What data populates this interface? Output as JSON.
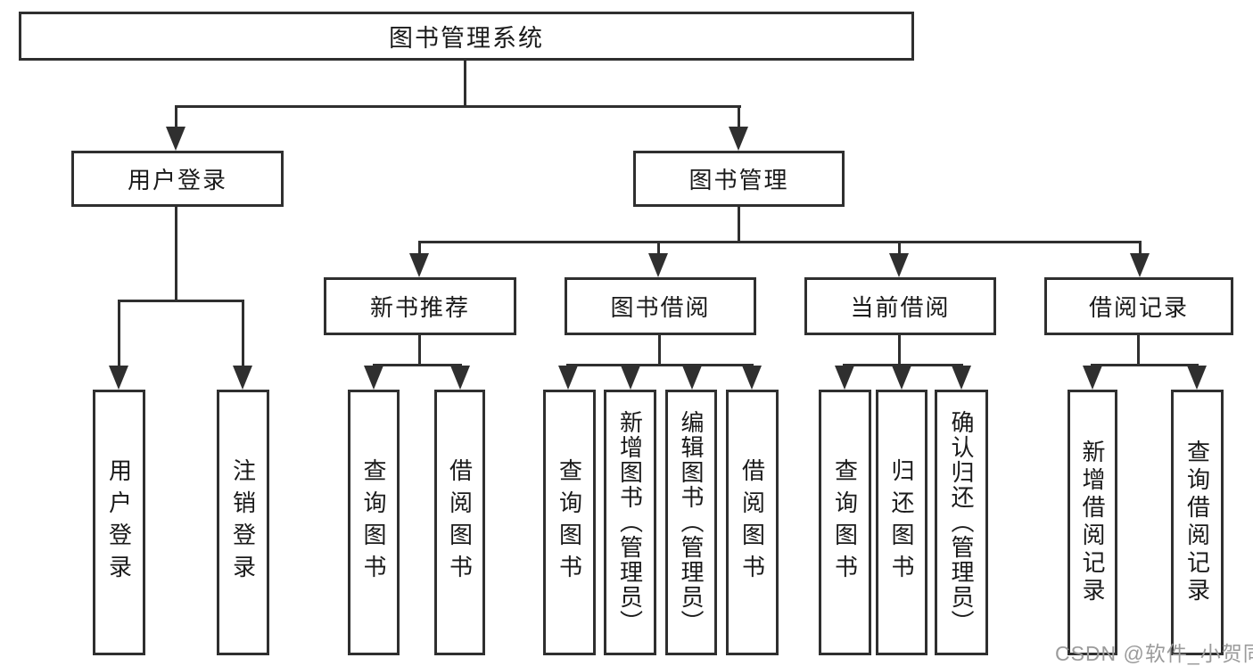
{
  "nodes": {
    "root": {
      "label": "图书管理系统"
    },
    "level2": {
      "user_login": {
        "label": "用户登录"
      },
      "book_management": {
        "label": "图书管理"
      }
    },
    "level3": {
      "new_book_recommend": {
        "label": "新书推荐"
      },
      "book_borrowing": {
        "label": "图书借阅"
      },
      "current_borrowing": {
        "label": "当前借阅"
      },
      "borrowing_records": {
        "label": "借阅记录"
      }
    },
    "leaves": {
      "under_user_login": [
        {
          "label": "用户登录"
        },
        {
          "label": "注销登录"
        }
      ],
      "under_new_book_recommend": [
        {
          "label": "查询图书"
        },
        {
          "label": "借阅图书"
        }
      ],
      "under_book_borrowing": [
        {
          "label": "查询图书"
        },
        {
          "label": "新增图书（管理员）"
        },
        {
          "label": "编辑图书（管理员）"
        },
        {
          "label": "借阅图书"
        }
      ],
      "under_current_borrowing": [
        {
          "label": "查询图书"
        },
        {
          "label": "归还图书"
        },
        {
          "label": "确认归还（管理员）"
        }
      ],
      "under_borrowing_records": [
        {
          "label": "新增借阅记录"
        },
        {
          "label": "查询借阅记录"
        }
      ]
    }
  },
  "watermark": {
    "text": "CSDN @软件_小贺同学"
  },
  "colors": {
    "line": "#2f2f2f",
    "text": "#1a1a1a",
    "background": "#ffffff",
    "watermark": "#9b9b9b"
  }
}
